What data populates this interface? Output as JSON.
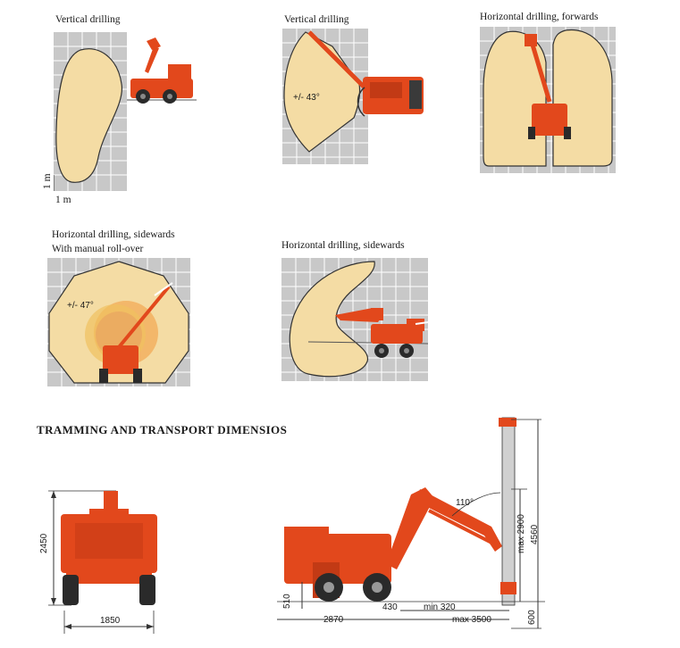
{
  "panels": [
    {
      "title": "Vertical drilling"
    },
    {
      "title": "Vertical drilling",
      "angle": "+/- 43°"
    },
    {
      "title": "Horizontal drilling, forwards"
    },
    {
      "title_line1": "Horizontal drilling, sidewards",
      "title_line2": "With manual roll-over",
      "angle": "+/- 47°"
    },
    {
      "title": "Horizontal drilling, sidewards"
    }
  ],
  "scale": {
    "vertical": "1 m",
    "horizontal": "1 m"
  },
  "section_heading": "TRAMMING AND TRANSPORT DIMENSIOS",
  "dimensions": {
    "front_height": "2450",
    "front_width": "1850",
    "side_clearance": "510",
    "side_length": "2870",
    "side_offset": "430",
    "min_reach": "min 320",
    "max_reach": "max 3500",
    "boom_angle": "110°",
    "max_height": "max 2900",
    "total_height": "4560",
    "below_ground": "600"
  },
  "colors": {
    "grid_bg": "#c8c8c8",
    "grid_line": "#ffffff",
    "zone": "#f4dca4",
    "machine": "#e2481c"
  }
}
